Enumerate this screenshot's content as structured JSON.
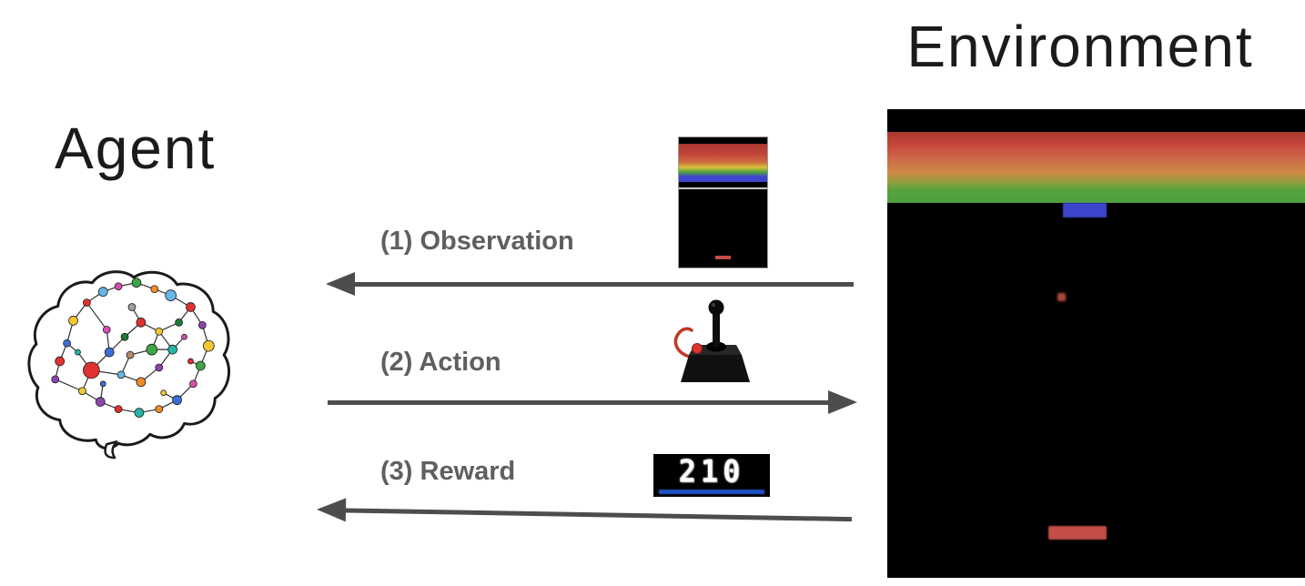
{
  "diagram": {
    "agent": {
      "label": "Agent"
    },
    "environment": {
      "label": "Environment"
    },
    "flows": {
      "observation": {
        "label": "(1) Observation",
        "direction": "environment-to-agent"
      },
      "action": {
        "label": "(2) Action",
        "direction": "agent-to-environment"
      },
      "reward": {
        "label": "(3) Reward",
        "direction": "environment-to-agent"
      }
    },
    "score_display": {
      "value": "210"
    },
    "colors": {
      "arrow": "#4d4d4d",
      "flow_label": "#5f5f5f",
      "title_text": "#1b1b1b",
      "brick_red": "#c4443a",
      "brick_orange": "#cd8a45",
      "brick_green": "#4da13e",
      "paddle_blue": "#3c45cc",
      "paddle_red": "#c24e47",
      "score_underline": "#2053c4"
    }
  }
}
